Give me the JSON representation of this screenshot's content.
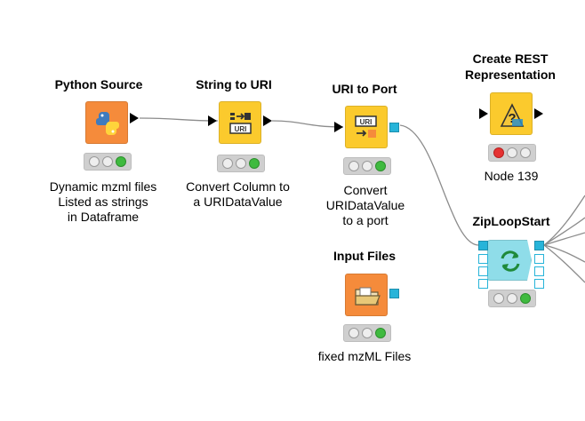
{
  "nodes": {
    "python_source": {
      "title": "Python Source",
      "desc_lines": [
        "Dynamic mzml files",
        "Listed as strings",
        "in Dataframe"
      ],
      "status": [
        "off",
        "off",
        "green"
      ],
      "color": "#f58b3b"
    },
    "string_to_uri": {
      "title": "String to URI",
      "desc_lines": [
        "Convert Column to",
        "a URIDataValue"
      ],
      "status": [
        "off",
        "off",
        "green"
      ],
      "color": "#fbca2d"
    },
    "uri_to_port": {
      "title": "URI to Port",
      "desc_lines": [
        "Convert",
        "URIDataValue",
        "to a port"
      ],
      "status": [
        "off",
        "off",
        "green"
      ],
      "color": "#fbca2d"
    },
    "create_rest": {
      "title_lines": [
        "Create REST",
        "Representation"
      ],
      "desc_lines": [
        "Node 139"
      ],
      "status": [
        "red",
        "off",
        "off"
      ],
      "color": "#fbca2d"
    },
    "input_files": {
      "title": "Input Files",
      "desc_lines": [
        "fixed mzML Files"
      ],
      "status": [
        "off",
        "off",
        "green"
      ],
      "color": "#f58b3b"
    },
    "zip_loop_start": {
      "title": "ZipLoopStart",
      "desc_lines": [],
      "status": [
        "off",
        "off",
        "green"
      ],
      "color": "#8fdde9"
    }
  },
  "icons": {
    "python_source": "python-logo-icon",
    "string_to_uri": "string-to-uri-icon",
    "uri_to_port": "uri-to-port-icon",
    "create_rest": "rest-representation-icon",
    "input_files": "folder-icon",
    "zip_loop_start": "loop-arrows-icon"
  },
  "colors": {
    "port_blue": "#27b4d9",
    "wire_gray": "#8c8c8c",
    "status_green": "#3fba3f",
    "status_red": "#e53232"
  }
}
